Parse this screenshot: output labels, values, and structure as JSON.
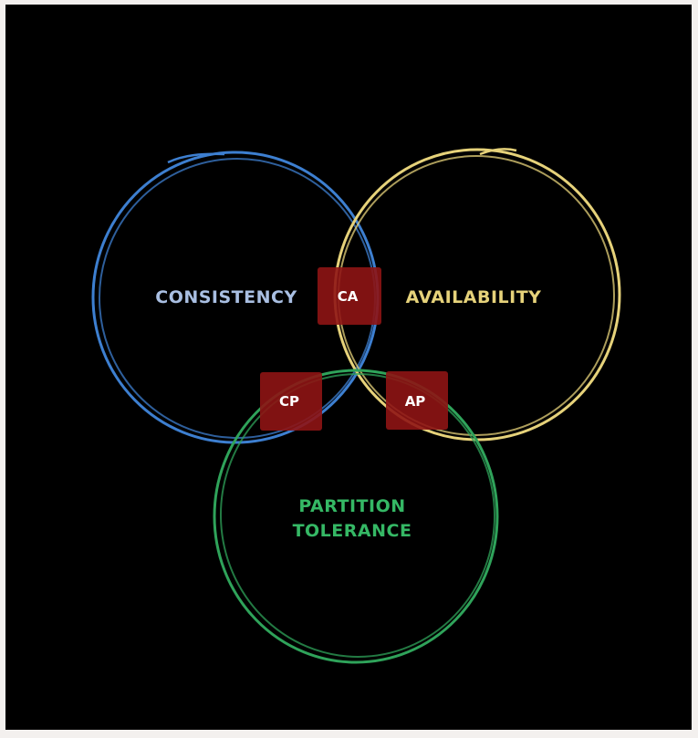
{
  "diagram": {
    "sets": [
      {
        "id": "consistency",
        "label": "CONSISTENCY",
        "color": "#3d7fd0"
      },
      {
        "id": "availability",
        "label": "AVAILABILITY",
        "color": "#e6d27a"
      },
      {
        "id": "partition",
        "label_lines": [
          "PARTITION",
          "TOLERANCE"
        ],
        "color": "#2fa35a"
      }
    ],
    "intersections": [
      {
        "id": "ca",
        "label": "CA"
      },
      {
        "id": "cp",
        "label": "CP"
      },
      {
        "id": "ap",
        "label": "AP"
      }
    ],
    "text_colors": {
      "consistency": "#a9bfe2",
      "availability": "#e6d27a",
      "partition": "#35b865"
    },
    "tag_color": "#8e1414"
  }
}
